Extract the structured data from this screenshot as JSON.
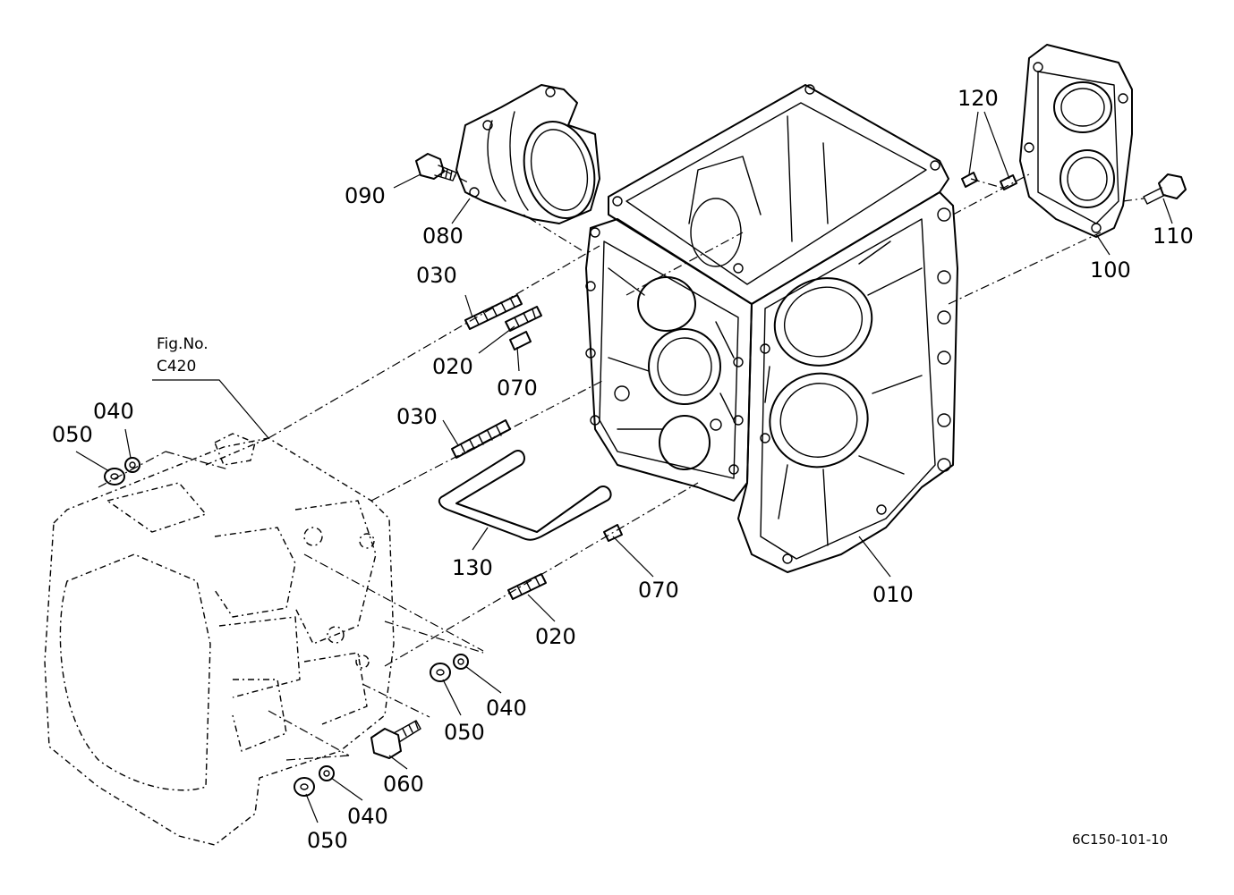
{
  "figure_reference": {
    "line1": "Fig.No.",
    "line2": "C420"
  },
  "drawing_number": "6C150-101-10",
  "callouts": {
    "c010": "010",
    "c020a": "020",
    "c020b": "020",
    "c030a": "030",
    "c030b": "030",
    "c040a": "040",
    "c040b": "040",
    "c040c": "040",
    "c050a": "050",
    "c050b": "050",
    "c050c": "050",
    "c060": "060",
    "c070a": "070",
    "c070b": "070",
    "c080": "080",
    "c090": "090",
    "c100": "100",
    "c110": "110",
    "c120": "120",
    "c130": "130"
  }
}
